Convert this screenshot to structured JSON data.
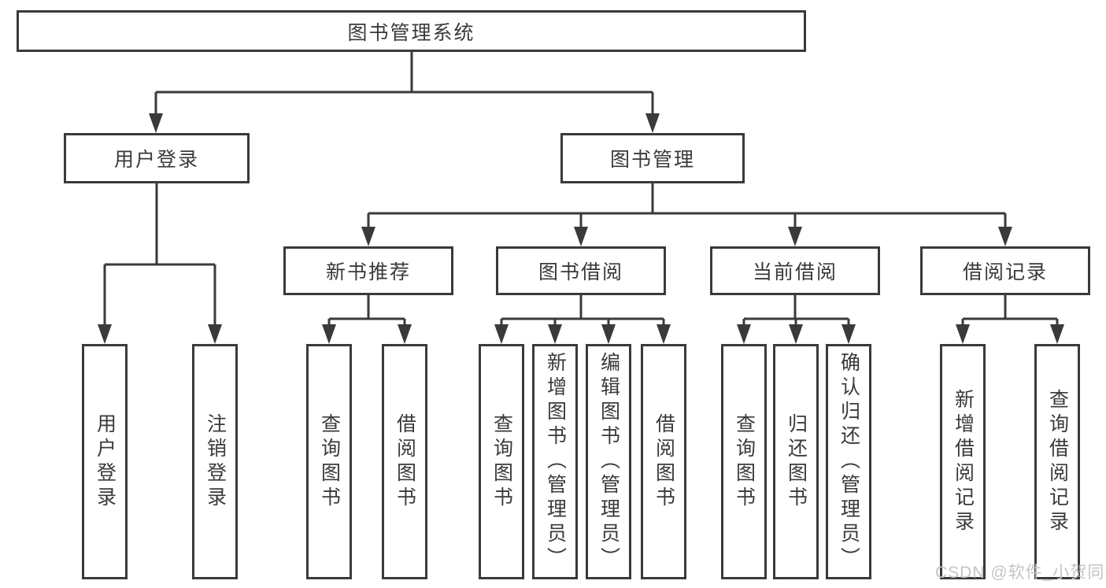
{
  "diagram": {
    "root": "图书管理系统",
    "level2": {
      "user_login": "用户登录",
      "book_mgmt": "图书管理"
    },
    "level3": {
      "new_books": "新书推荐",
      "book_borrow": "图书借阅",
      "current_borrow": "当前借阅",
      "borrow_records": "借阅记录"
    },
    "leaves": {
      "user": [
        "用户登录",
        "注销登录"
      ],
      "new_books": [
        "查询图书",
        "借阅图书"
      ],
      "book_borrow": [
        "查询图书",
        "新增图书（管理员）",
        "编辑图书（管理员）",
        "借阅图书"
      ],
      "current_borrow": [
        "查询图书",
        "归还图书",
        "确认归还（管理员）"
      ],
      "borrow_records": [
        "新增借阅记录",
        "查询借阅记录"
      ]
    }
  },
  "watermark": "CSDN @软件_小贺同学",
  "colors": {
    "line": "#3a3a3a",
    "text": "#3a3a3a",
    "box_bg": "#ffffff",
    "watermark": "#c4c4c4"
  }
}
